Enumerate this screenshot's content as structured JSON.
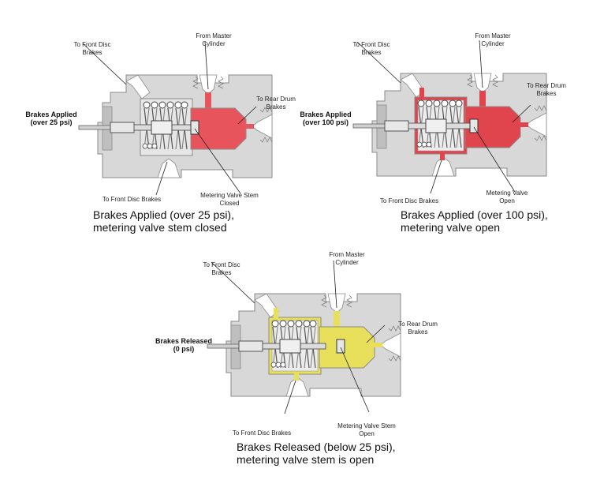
{
  "colors": {
    "body": "#d8d8d8",
    "body_stroke": "#8a8a8a",
    "closed_fluid": "#e8545c",
    "open_fluid": "#e0444c",
    "released_fluid": "#e8e05a"
  },
  "panels": [
    {
      "variant": "closed",
      "labels": {
        "front_top": "To Front Disc\nBrakes",
        "master": "From Master\nCylinder",
        "rear": "To Rear Drum\nBrakes",
        "state": "Brakes Applied\n(over 25 psi)",
        "front_bottom": "To Front Disc Brakes",
        "stem": "Metering Valve Stem\nClosed"
      },
      "caption": "Brakes Applied (over 25 psi),\nmetering valve stem closed"
    },
    {
      "variant": "open",
      "labels": {
        "front_top": "To Front Disc\nBrakes",
        "master": "From Master\nCylinder",
        "rear": "To Rear Drum\nBrakes",
        "state": "Brakes Applied\n(over 100 psi)",
        "front_bottom": "To Front Disc Brakes",
        "stem": "Metering Valve\nOpen"
      },
      "caption": "Brakes Applied (over 100 psi),\nmetering valve open"
    },
    {
      "variant": "released",
      "labels": {
        "front_top": "To Front Disc\nBrakes",
        "master": "From Master\nCylinder",
        "rear": "To Rear Drum\nBrakes",
        "state": "Brakes Released\n(0 psi)",
        "front_bottom": "To Front Disc Brakes",
        "stem": "Metering Valve Stem\nOpen"
      },
      "caption": "Brakes Released (below 25 psi),\nmetering valve stem is open"
    }
  ]
}
